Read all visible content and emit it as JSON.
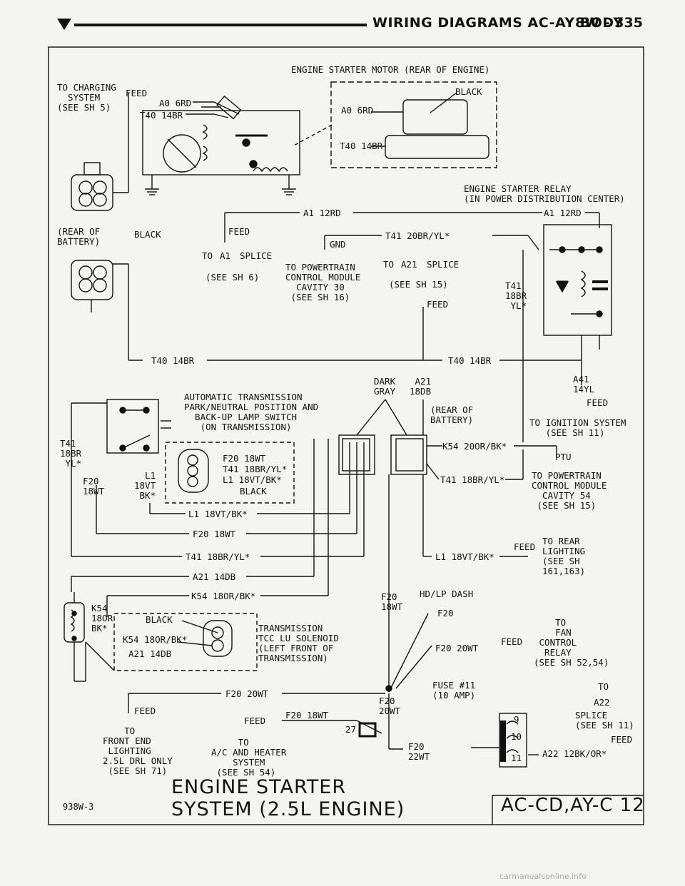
{
  "header": {
    "title": "WIRING DIAGRAMS AC-AY BODY",
    "page": "8W - 335"
  },
  "labels": {
    "starter_motor": "ENGINE STARTER MOTOR (REAR OF ENGINE)",
    "to_charging": "TO CHARGING\n  SYSTEM\n(SEE SH 5)",
    "feed_top": "FEED",
    "a0_6rd_left": "A0 6RD",
    "t40_14br_left": "T40 14BR",
    "black_motor": "BLACK",
    "a0_6rd_motor": "A0 6RD",
    "t40_14br_motor": "T40 14BR",
    "relay_title": "ENGINE STARTER RELAY\n(IN POWER DISTRIBUTION CENTER)",
    "a1_12rd_mid": "A1 12RD",
    "a1_12rd_right": "A1 12RD",
    "rear_of_battery": "(REAR OF\nBATTERY)",
    "black_batt": "BLACK",
    "feed_a1": "FEED",
    "to_a1_splice": "TO",
    "a1_diamond": "A1",
    "splice_a1": "SPLICE",
    "see_sh6": "(SEE SH 6)",
    "gnd": "GND",
    "t41_20br": "T41 20BR/YL*",
    "to_pcm_30": "TO POWERTRAIN\nCONTROL MODULE\n  CAVITY 30\n (SEE SH 16)",
    "to_a21": "TO",
    "a21_diamond": "A21",
    "splice_a21": "SPLICE",
    "see_sh15_a": "(SEE SH 15)",
    "feed_a21": "FEED",
    "t41_18br_relay": "T41\n18BR\n YL*",
    "t40_14br_bottom_left": "T40 14BR",
    "t40_14br_bottom_right": "T40 14BR",
    "auto_trans": "AUTOMATIC TRANSMISSION\nPARK/NEUTRAL POSITION AND\n  BACK-UP LAMP SWITCH\n   (ON TRANSMISSION)",
    "dark_gray": "DARK\nGRAY",
    "a21_18db": " A21\n18DB",
    "a41_14yl": "A41\n14YL",
    "feed_a41": "FEED",
    "to_ignition": "TO IGNITION SYSTEM\n   (SEE SH 11)",
    "rear_batt2": "(REAR OF\nBATTERY)",
    "k54_20or": "K54 20OR/BK*",
    "ptu": "PTU",
    "t41_18br_left": "T41\n18BR\n YL*",
    "f20_18wt_l": "F20\n18WT",
    "l1_18vt_l": "  L1\n18VT\n BK*",
    "f20_18wt_conn": "F20 18WT",
    "t41_18br_conn": "T41 18BR/YL*",
    "l1_18vt_conn": "L1 18VT/BK*",
    "black_conn": "BLACK",
    "t41_18br_mid": "T41 18BR/YL*",
    "to_pcm_54": "TO POWERTRAIN\nCONTROL MODULE\n  CAVITY 54\n (SEE SH 15)",
    "l1_18vt_row": "L1 18VT/BK*",
    "f20_18wt_row": "F20 18WT",
    "t41_18br_row": "T41 18BR/YL*",
    "l1_18vt_right": "L1 18VT/BK*",
    "feed_rear": "FEED",
    "to_rear_lighting": "TO REAR\nLIGHTING\n(SEE SH\n161,163)",
    "a21_14db": "A21 14DB",
    "k54_18or": "K54 18OR/BK*",
    "f20_18wt_vert": "F20\n18WT",
    "hd_lp_dash": "HD/LP DASH",
    "f20_diamond": "F20",
    "k54_18or_l": "K54\n18OR\nBK*",
    "black_sol": "BLACK",
    "k54_18or_sol": "K54 18OR/BK*",
    "a21_14db_sol": "A21 14DB",
    "tcc_sol": "TRANSMISSION\nTCC LU SOLENOID\n(LEFT FRONT OF\nTRANSMISSION)",
    "f20_20wt_r": "F20 20WT",
    "feed_fan": "FEED",
    "to_fan": "    TO\n    FAN\n CONTROL\n  RELAY\n(SEE SH 52,54)",
    "f20_20wt_row": "F20 20WT",
    "f20_20wt_v": "F20\n20WT",
    "fuse11": "FUSE #11\n(10 AMP)",
    "to_a22": "TO",
    "a22_diamond": "A22",
    "splice_a22": "SPLICE\n(SEE SH 11)",
    "feed_a22": "FEED",
    "feed_front": "FEED",
    "to_front": "    TO\nFRONT END\n LIGHTING\n2.5L DRL ONLY\n (SEE SH 71)",
    "feed_ac": "FEED",
    "f20_18wt_ac": "F20 18WT",
    "to_ac": "     TO\nA/C AND HEATER\n    SYSTEM\n (SEE SH 54)",
    "num27": "27",
    "f20_22wt": "F20\n22WT",
    "a22_12bk": "A22 12BK/OR*",
    "fuse_9": "9",
    "fuse_10": "10",
    "fuse_11": "11",
    "title_main": "ENGINE STARTER\nSYSTEM (2.5L ENGINE)",
    "code_left": "938W-3",
    "code_right": "AC-CD,AY-C 12"
  },
  "watermark": "carmanualsonline.info"
}
